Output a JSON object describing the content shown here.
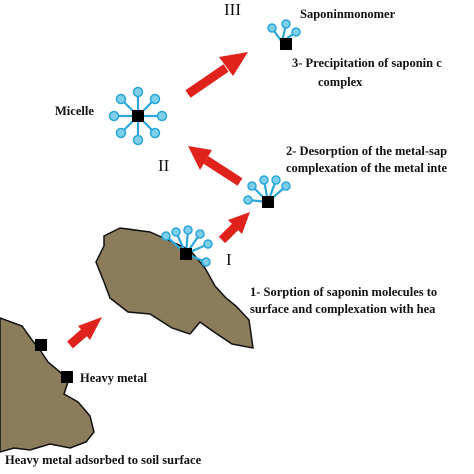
{
  "stages": {
    "stage_1": "I",
    "stage_2": "II",
    "stage_3": "III"
  },
  "labels": {
    "saponin_monomer": "Saponinmonomer",
    "micelle": "Micelle",
    "heavy_metal": "Heavy metal",
    "adsorbed": "Heavy metal adsorbed to soil surface"
  },
  "steps": {
    "step_1_line_1": "1- Sorption of saponin molecules to",
    "step_1_line_2": "surface and complexation with hea",
    "step_2_line_1": "2- Desorption of the metal-sap",
    "step_2_line_2": "complexation of the metal inte",
    "step_3_line_1": "3- Precipitation of saponin c",
    "step_3_line_2": "complex"
  },
  "colors": {
    "soil": "#8b7d5b",
    "soil_outline": "#111111",
    "arrow": "#e0221c",
    "saponin_head": "#2aa6d8",
    "saponin_head_fill": "#7ecfe8",
    "metal": "#000000"
  }
}
